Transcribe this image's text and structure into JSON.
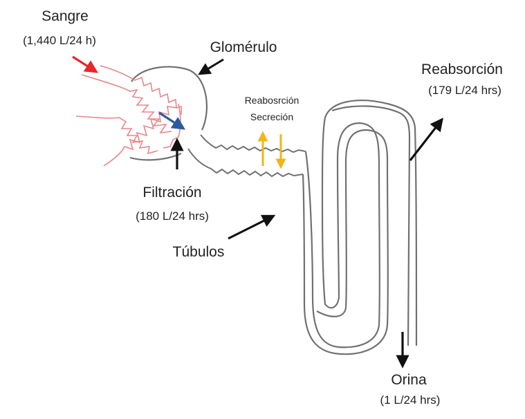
{
  "labels": {
    "sangre": "Sangre",
    "sangre_rate": "(1,440 L/24 h)",
    "glomerulo": "Glomérulo",
    "filtracion": "Filtración",
    "filtracion_rate": "(180 L/24 hrs)",
    "tubulos": "Túbulos",
    "reabsorcion": "Reabsorción",
    "reabsorcion_rate": "(179 L/24 hrs)",
    "tubular_reabsorcion": "Reabosrción",
    "tubular_secrecion": "Secreción",
    "orina": "Orina",
    "orina_rate": "(1 L/24 hrs)"
  },
  "colors": {
    "blood_vessel": "#e8868a",
    "blood_arrow": "#e8262b",
    "filtration_arrow": "#2c5aa0",
    "transport_arrows": "#f2b51a",
    "tubule_outline": "#707070",
    "pointer_arrows": "#111111"
  }
}
